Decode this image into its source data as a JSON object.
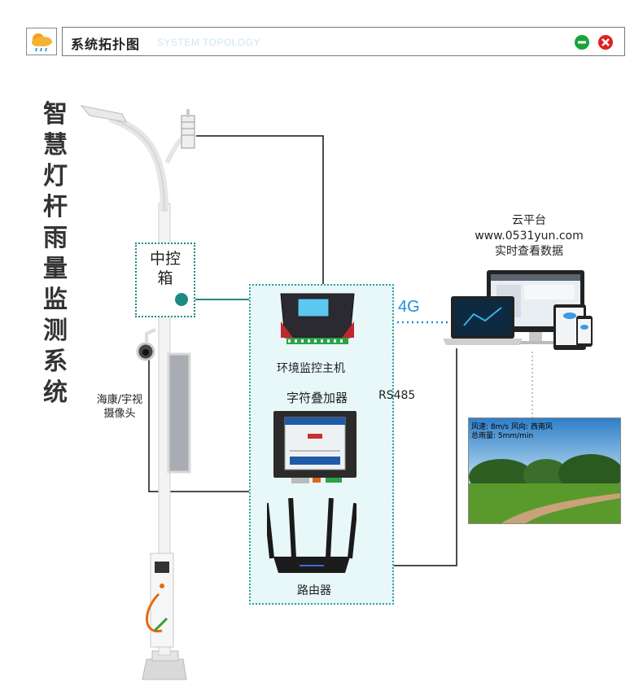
{
  "header": {
    "title_cn": "系统拓扑图",
    "title_en": "SYSTEM TOPOLOGY"
  },
  "icons": {
    "logo": "cloud-rain-icon",
    "minimize": "minimize-icon",
    "close": "close-icon"
  },
  "colors": {
    "minimize": "#1aa33a",
    "close": "#e02020",
    "teal": "#1f8a82",
    "blue_link": "#1e90d8"
  },
  "diagram": {
    "system_title": "智慧灯杆雨量监测系统",
    "control_box": "中控箱",
    "camera_label_1": "海康/宇视",
    "camera_label_2": "摄像头",
    "host_label": "环境监控主机",
    "overlay_label": "字符叠加器",
    "rs485_label": "RS485",
    "link_4g": "4G",
    "router_label": "路由器",
    "cloud_title": "云平台",
    "cloud_url": "www.0531yun.com",
    "cloud_desc": "实时查看数据",
    "video_line1": "风速: 8m/s  风向: 西南风",
    "video_line2": "总雨量: 5mm/min"
  }
}
